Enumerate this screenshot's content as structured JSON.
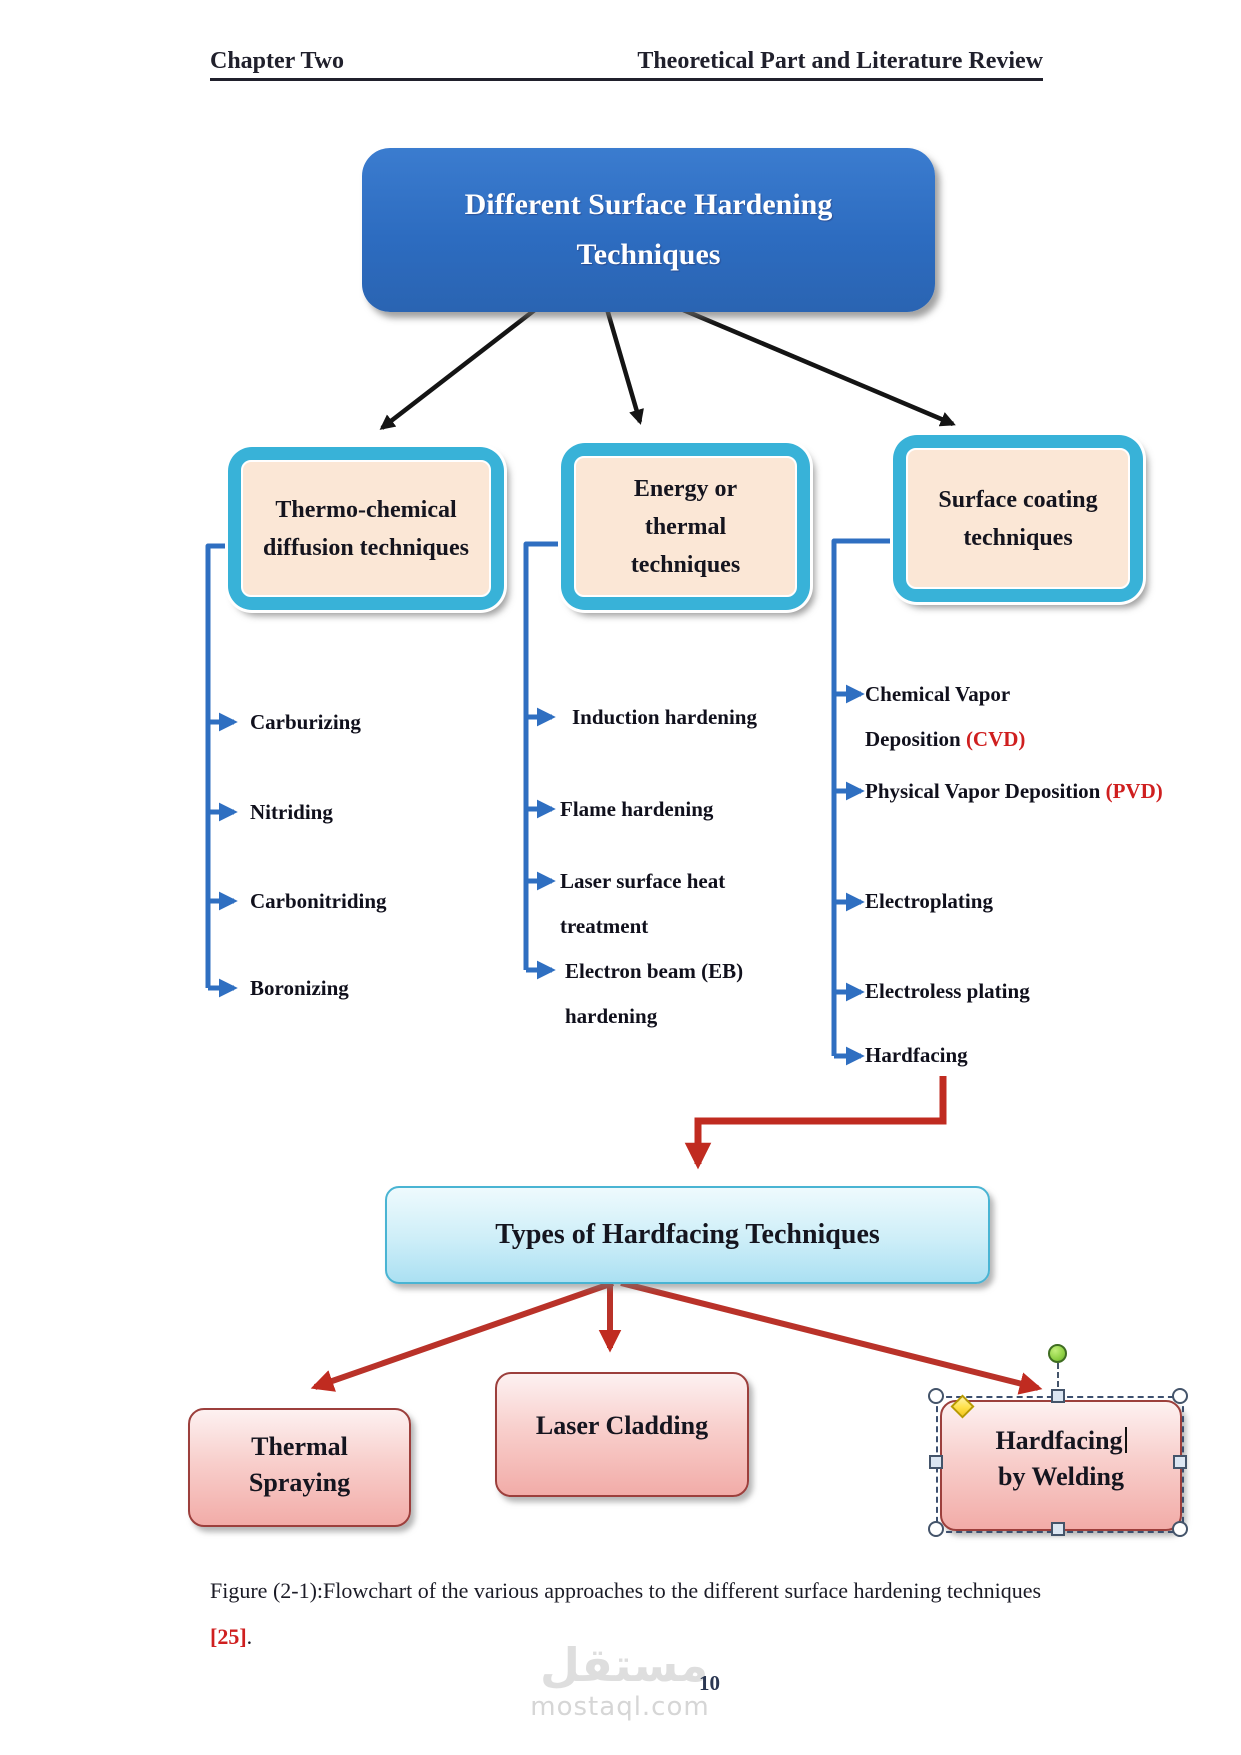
{
  "page": {
    "number": "10"
  },
  "header": {
    "left": "Chapter Two",
    "right": "Theoretical Part and Literature Review"
  },
  "flowchart": {
    "root": {
      "label": "Different Surface Hardening Techniques"
    },
    "categories": [
      {
        "label": "Thermo-chemical diffusion techniques"
      },
      {
        "label": "Energy or thermal techniques"
      },
      {
        "label": "Surface coating techniques"
      }
    ],
    "columns": [
      {
        "items": [
          {
            "black": "Carburizing"
          },
          {
            "black": "Nitriding"
          },
          {
            "black": "Carbonitriding"
          },
          {
            "black": "Boronizing"
          }
        ]
      },
      {
        "items": [
          {
            "black": "Induction hardening"
          },
          {
            "black": "Flame hardening"
          },
          {
            "black": "Laser surface heat treatment"
          },
          {
            "black": "Electron beam (EB) hardening"
          }
        ]
      },
      {
        "items": [
          {
            "black": "Chemical Vapor Deposition ",
            "red": "(CVD)"
          },
          {
            "black": "Physical Vapor Deposition ",
            "red": "(PVD)"
          },
          {
            "black": "Electroplating"
          },
          {
            "black": "Electroless plating"
          },
          {
            "black": "Hardfacing"
          }
        ]
      }
    ],
    "types_box": {
      "label": "Types of Hardfacing Techniques"
    },
    "types": [
      {
        "lines": [
          "Thermal",
          "Spraying"
        ],
        "selected": false
      },
      {
        "lines": [
          "Laser Cladding"
        ],
        "selected": false
      },
      {
        "lines": [
          "Hardfacing",
          "by Welding"
        ],
        "selected": true
      }
    ]
  },
  "caption": {
    "text_before": "Figure (2-1):Flowchart of the various approaches to the different surface hardening techniques ",
    "citation": "[25]",
    "text_after": "."
  },
  "watermark": {
    "arabic": "مستقل",
    "domain": "mostaql.com"
  },
  "colors": {
    "root_box_blue": "#2d6cc0",
    "category_cyan": "#38b2d8",
    "category_cream": "#fbe7d6",
    "connector_blue": "#2f6fc1",
    "arrow_black": "#141414",
    "arrow_red": "#c02b20",
    "types_box_cyan": "#cdeef8",
    "pill_pink": "#f5b9b5",
    "pill_border": "#9c3f3c",
    "citation_red": "#cf1f1f",
    "selection_green": "#8ed044",
    "selection_yellow": "#ffe04a"
  }
}
